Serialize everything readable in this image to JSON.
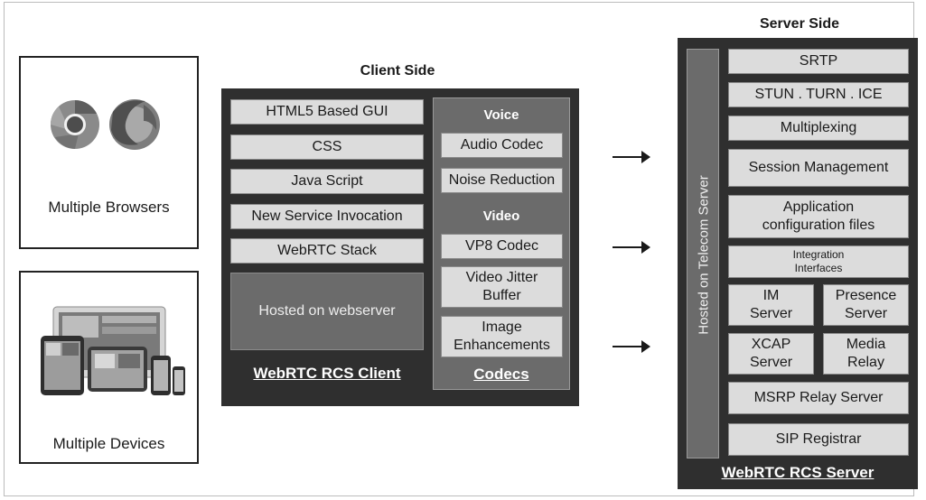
{
  "devices": {
    "browsers_label": "Multiple Browsers",
    "devices_label": "Multiple Devices",
    "browser_icons": [
      "chrome-icon",
      "firefox-icon"
    ],
    "devices_image": "devices-image"
  },
  "client": {
    "heading": "Client Side",
    "left_items": [
      "HTML5 Based GUI",
      "CSS",
      "Java Script",
      "New Service Invocation",
      "WebRTC Stack"
    ],
    "hosted": "Hosted on webserver",
    "caption": "WebRTC RCS Client",
    "codecs": {
      "voice_heading": "Voice",
      "voice_items": [
        "Audio Codec",
        "Noise Reduction"
      ],
      "video_heading": "Video",
      "video_items": [
        "VP8 Codec",
        "Video Jitter\nBuffer",
        "Image\nEnhancements"
      ],
      "caption": "Codecs"
    }
  },
  "server": {
    "heading": "Server Side",
    "hosted_vertical": "Hosted on Telecom Server",
    "items": {
      "srtp": "SRTP",
      "stun": "STUN . TURN . ICE",
      "multiplexing": "Multiplexing",
      "session": "Session Management",
      "app_config": "Application\nconfiguration files",
      "integration": "Integration\nInterfaces",
      "im": "IM\nServer",
      "presence": "Presence\nServer",
      "xcap": "XCAP\nServer",
      "media": "Media\nRelay",
      "msrp": "MSRP Relay Server",
      "sip": "SIP Registrar"
    },
    "caption": "WebRTC RCS Server"
  },
  "colors": {
    "panel_dark": "#2f2f2f",
    "panel_mid": "#6b6b6b",
    "cell": "#dcdcdc"
  }
}
